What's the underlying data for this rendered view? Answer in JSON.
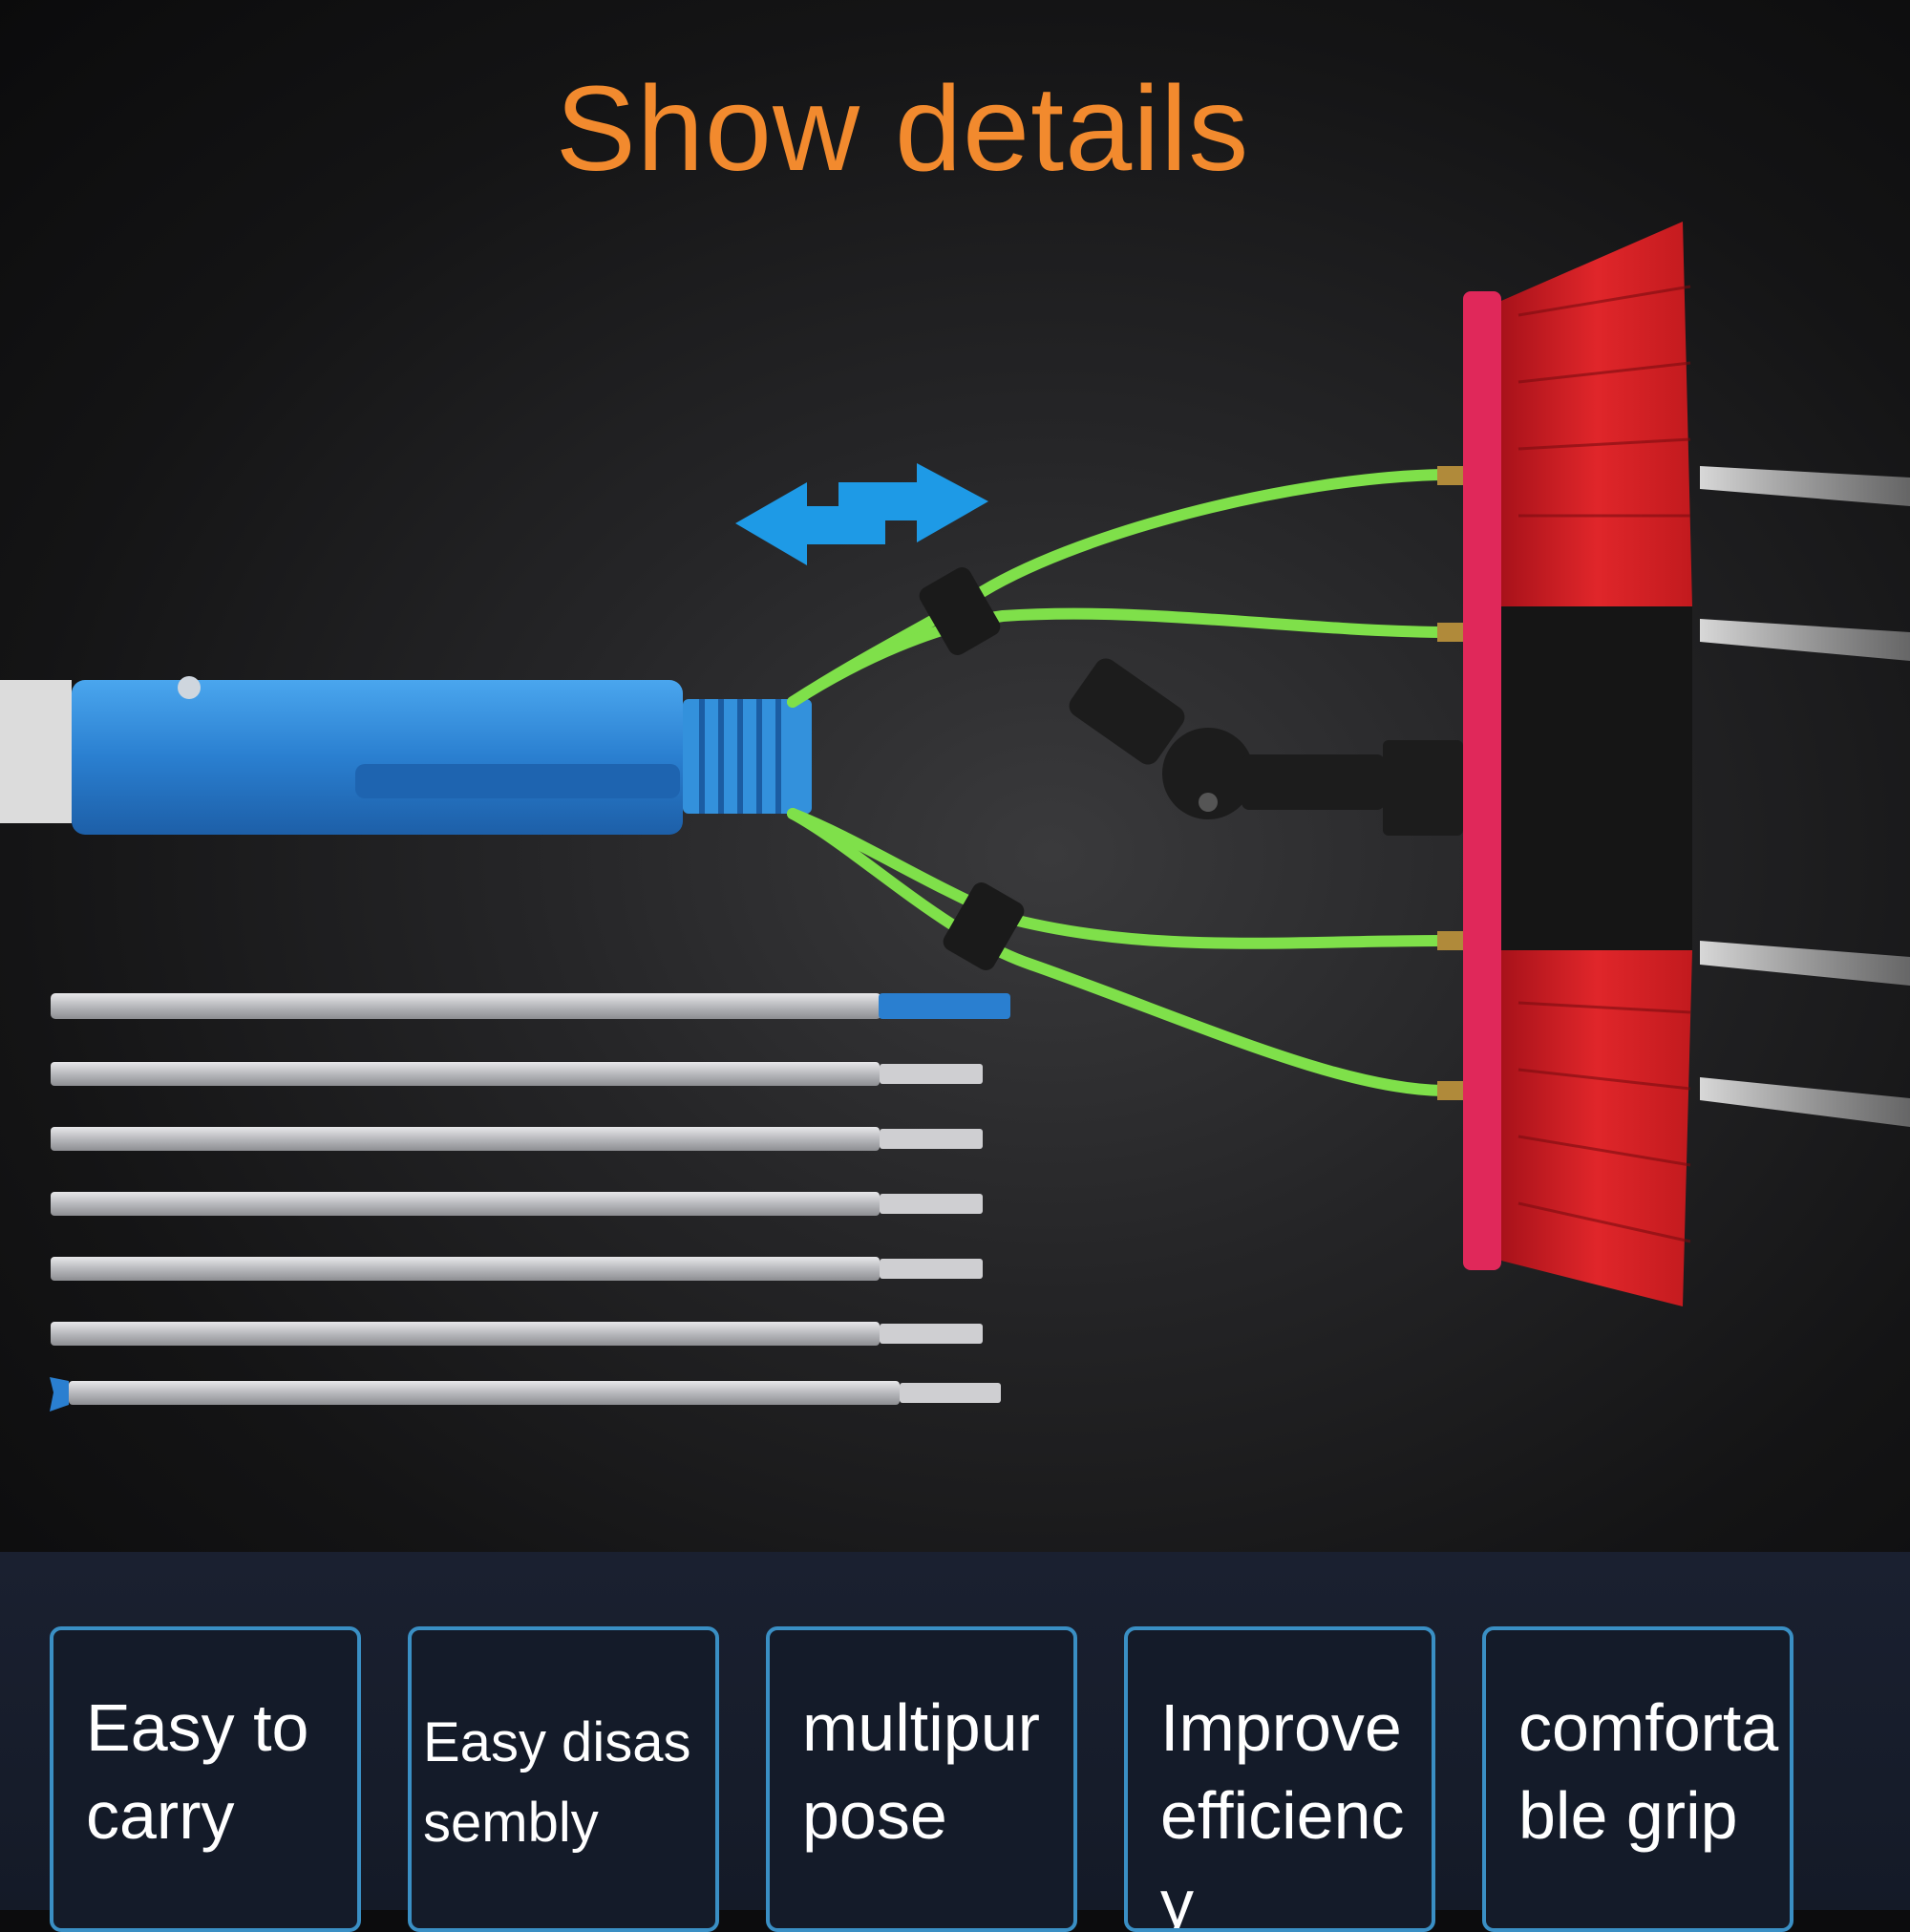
{
  "title": "Show details",
  "colors": {
    "title": "#f28a2e",
    "card_border": "#3a8fc4",
    "arrow": "#1e9ae6",
    "hose": "#7fe04a",
    "bristle_red": "#d91e1e",
    "bristle_black": "#151515",
    "brush_base": "#e0285a",
    "handle": "#2e86d6"
  },
  "features": [
    {
      "label": "Easy to carry"
    },
    {
      "label": "Easy disassembly"
    },
    {
      "label": "multipur pose"
    },
    {
      "label": "Improve efficiency"
    },
    {
      "label": "comforta ble grip"
    }
  ]
}
